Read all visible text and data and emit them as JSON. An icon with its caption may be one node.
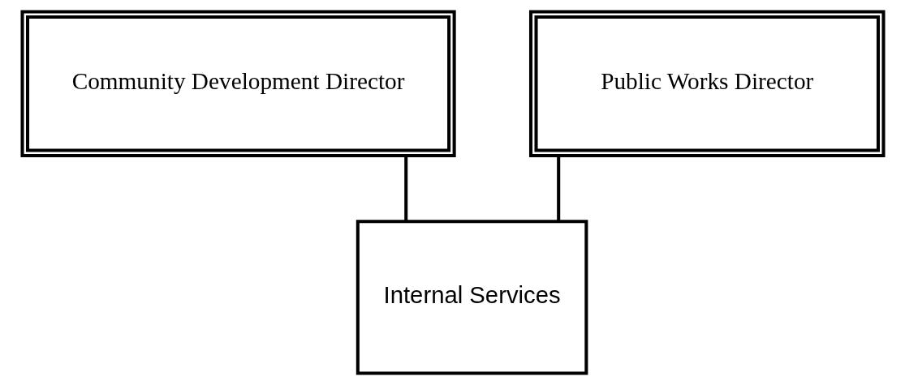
{
  "diagram": {
    "nodes": [
      {
        "text": [
          "Community Development Director"
        ]
      },
      {
        "text": [
          "Public Works Director"
        ]
      },
      {
        "text": [
          "Internal Services"
        ]
      }
    ],
    "edges": [
      {
        "from": 0,
        "to": 2,
        "arrow": "none"
      },
      {
        "from": 1,
        "to": 2,
        "arrow": "none"
      }
    ]
  }
}
